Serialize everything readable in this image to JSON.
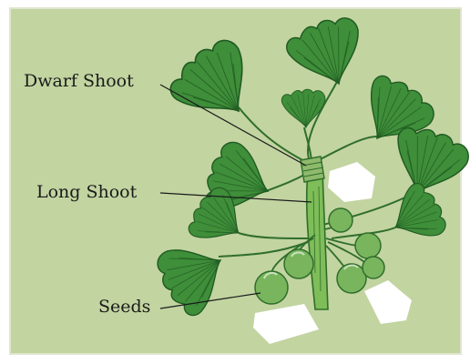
{
  "diagram": {
    "subject": "Ginkgo branch",
    "background_color": "#c2d4a0",
    "leaf_color": "#3f8e3a",
    "leaf_dark_color": "#1f5a22",
    "stem_color": "#7ebd58",
    "seed_color": "#79b55c",
    "labels": {
      "dwarf_shoot": "Dwarf Shoot",
      "long_shoot": "Long Shoot",
      "seeds": "Seeds"
    }
  }
}
